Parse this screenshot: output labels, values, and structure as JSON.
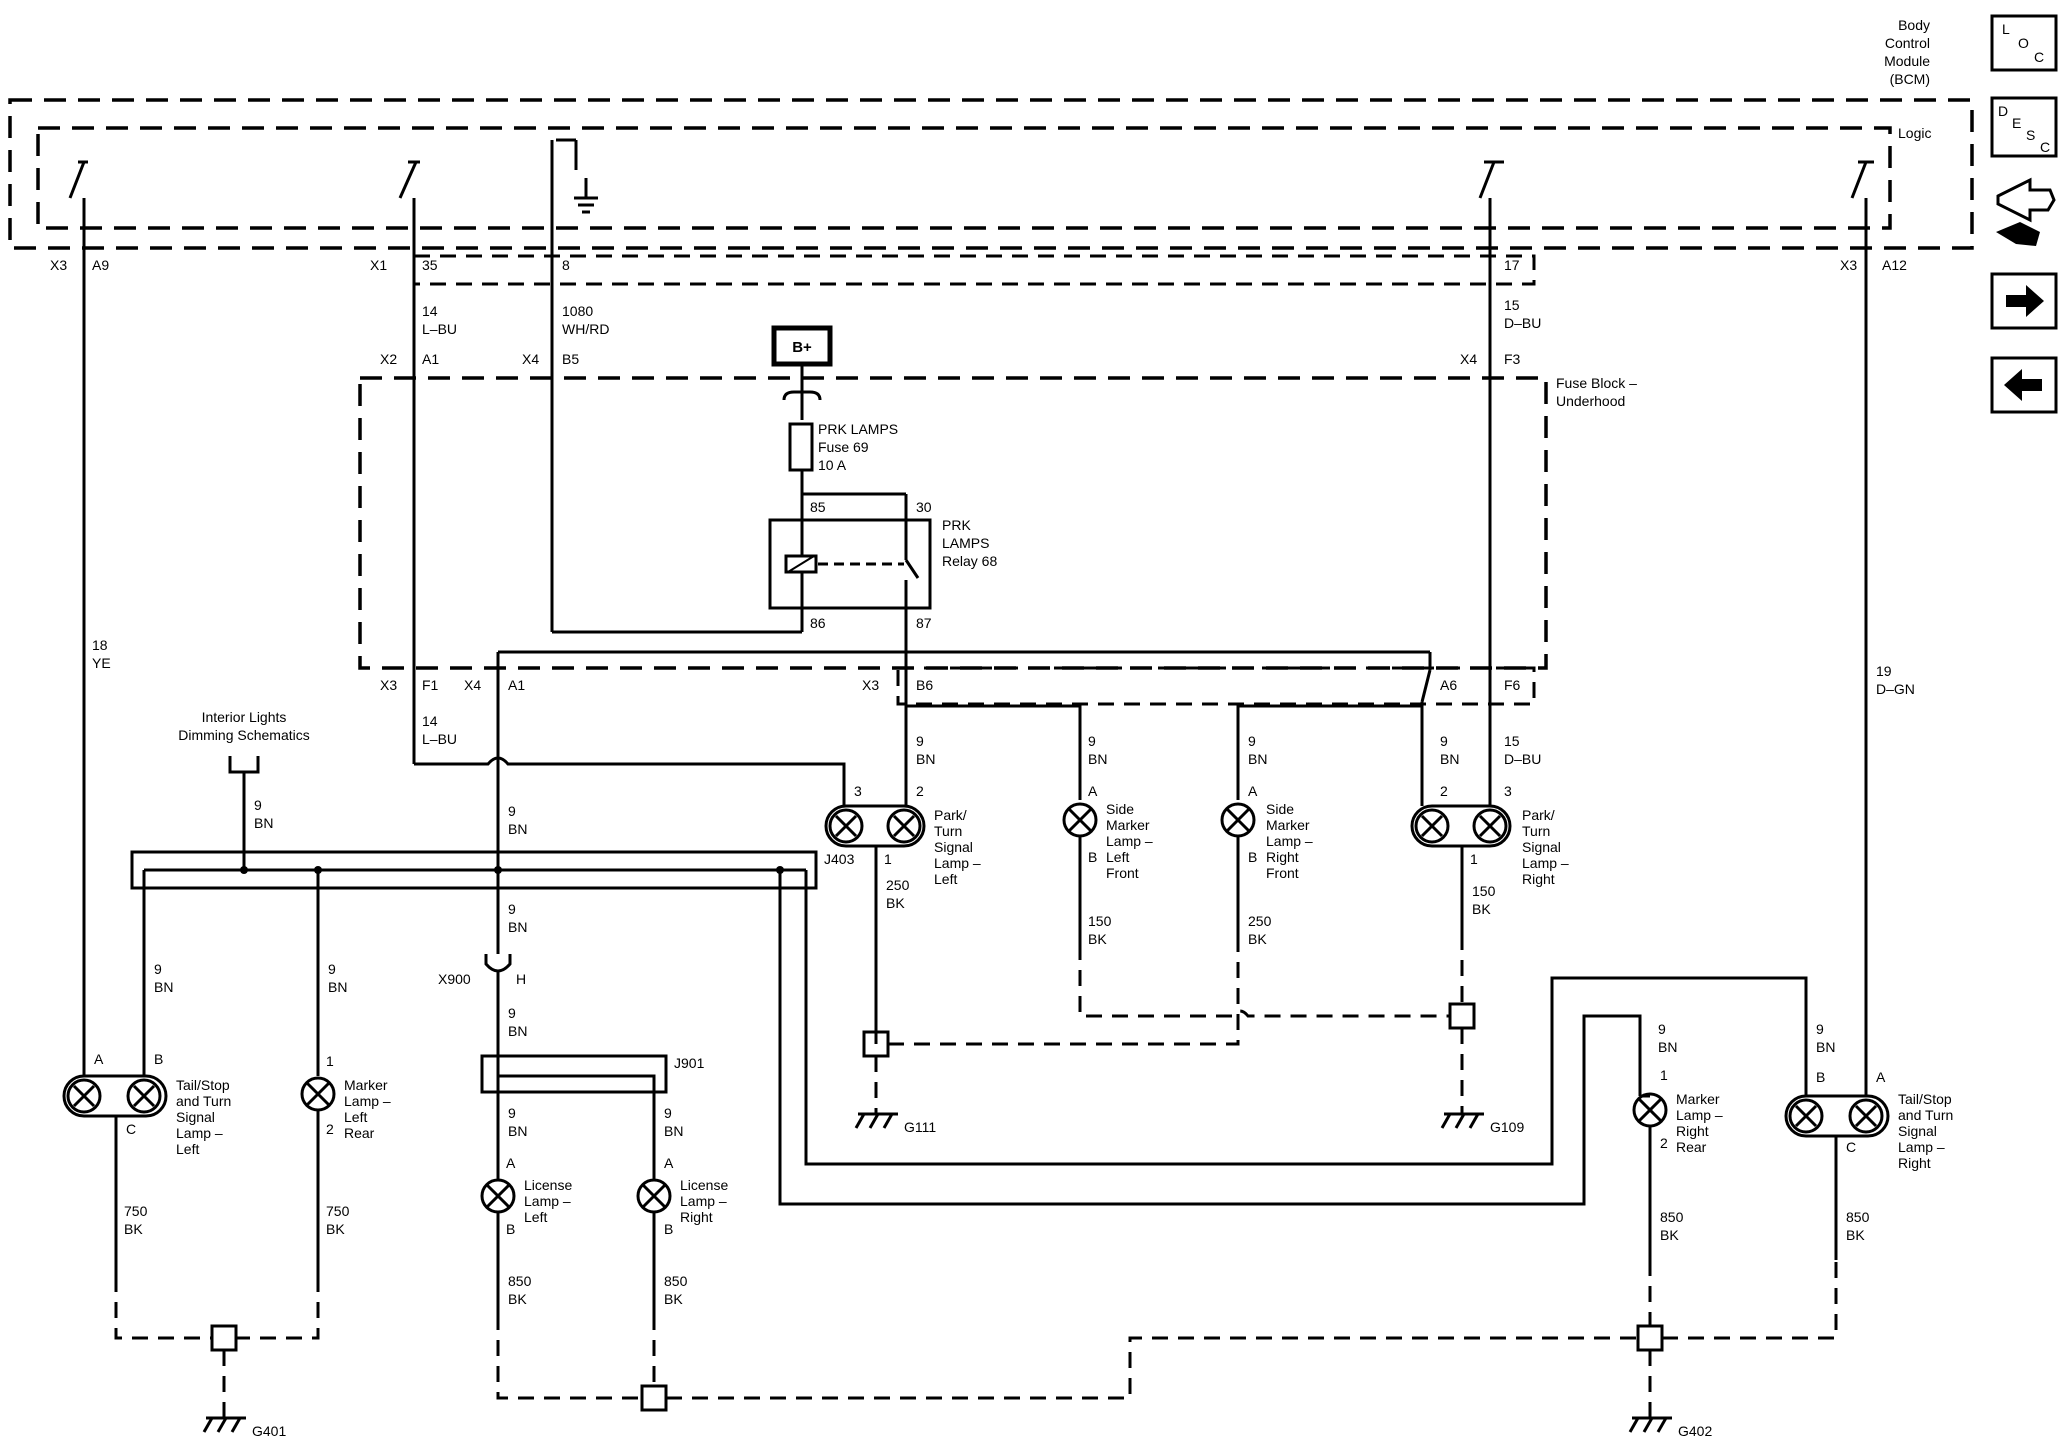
{
  "module": {
    "lines": [
      "Body",
      "Control",
      "Module",
      "(BCM)"
    ],
    "logic_label": "Logic"
  },
  "nav": {
    "loc_a": "L",
    "loc_b": "O",
    "loc_c": "C",
    "desc_a": "D",
    "desc_b": "E",
    "desc_c": "S",
    "desc_d": "C"
  },
  "pins_top": {
    "a9": {
      "conn": "X3",
      "pin": "A9"
    },
    "p35": {
      "conn": "X1",
      "pin": "35"
    },
    "p8": {
      "pin": "8"
    },
    "p17": {
      "pin": "17"
    },
    "a12": {
      "conn": "X3",
      "pin": "A12"
    }
  },
  "wires": {
    "w14lbu_top": {
      "gauge": "14",
      "color": "L–BU"
    },
    "w1080": {
      "gauge": "1080",
      "color": "WH/RD"
    },
    "w15dbu_top": {
      "gauge": "15",
      "color": "D–BU"
    },
    "w18ye": {
      "gauge": "18",
      "color": "YE"
    },
    "w19dgn": {
      "gauge": "19",
      "color": "D–GN"
    },
    "w14lbu_low": {
      "gauge": "14",
      "color": "L–BU"
    },
    "w15dbu_low": {
      "gauge": "15",
      "color": "D–BU"
    },
    "w9bn_int": {
      "gauge": "9",
      "color": "BN"
    },
    "w9bn_a1": {
      "gauge": "9",
      "color": "BN"
    },
    "w9bn_x900a": {
      "gauge": "9",
      "color": "BN"
    },
    "w9bn_x900b": {
      "gauge": "9",
      "color": "BN"
    },
    "w9bn_b6": {
      "gauge": "9",
      "color": "BN"
    },
    "w9bn_slf": {
      "gauge": "9",
      "color": "BN"
    },
    "w9bn_srf": {
      "gauge": "9",
      "color": "BN"
    },
    "w9bn_a6": {
      "gauge": "9",
      "color": "BN"
    },
    "w9bn_tsl": {
      "gauge": "9",
      "color": "BN"
    },
    "w9bn_mll": {
      "gauge": "9",
      "color": "BN"
    },
    "w9bn_ll": {
      "gauge": "9",
      "color": "BN"
    },
    "w9bn_lr": {
      "gauge": "9",
      "color": "BN"
    },
    "w9bn_mrr": {
      "gauge": "9",
      "color": "BN"
    },
    "w9bn_tsr": {
      "gauge": "9",
      "color": "BN"
    },
    "w250bk_a": {
      "gauge": "250",
      "color": "BK"
    },
    "w150bk_a": {
      "gauge": "150",
      "color": "BK"
    },
    "w250bk_b": {
      "gauge": "250",
      "color": "BK"
    },
    "w150bk_b": {
      "gauge": "150",
      "color": "BK"
    },
    "w750bk_a": {
      "gauge": "750",
      "color": "BK"
    },
    "w750bk_b": {
      "gauge": "750",
      "color": "BK"
    },
    "w850bk_a": {
      "gauge": "850",
      "color": "BK"
    },
    "w850bk_b": {
      "gauge": "850",
      "color": "BK"
    },
    "w850bk_c": {
      "gauge": "850",
      "color": "BK"
    },
    "w850bk_d": {
      "gauge": "850",
      "color": "BK"
    }
  },
  "fuse_block": {
    "label_1": "Fuse Block –",
    "label_2": "Underhood",
    "x2": "X2",
    "a1_top": "A1",
    "x4_top": "X4",
    "b5": "B5",
    "x4_f3": "X4",
    "f3": "F3",
    "x3_f1": "X3",
    "f1": "F1",
    "x4_a1": "X4",
    "a1_low": "A1",
    "x3_b6": "X3",
    "b6": "B6",
    "a6": "A6",
    "f6": "F6",
    "bplus": "B+",
    "fuse_1": "PRK LAMPS",
    "fuse_2": "Fuse 69",
    "fuse_3": "10 A",
    "relay_1": "PRK",
    "relay_2": "LAMPS",
    "relay_3": "Relay 68",
    "p85": "85",
    "p30": "30",
    "p86": "86",
    "p87": "87"
  },
  "interior": {
    "line1": "Interior Lights",
    "line2": "Dimming Schematics"
  },
  "lamps": {
    "ptl": {
      "l1": "Park/",
      "l2": "Turn",
      "l3": "Signal",
      "l4": "Lamp –",
      "l5": "Left",
      "pin3": "3",
      "pin2": "2",
      "pin1": "1",
      "conn": "J403"
    },
    "ptr": {
      "l1": "Park/",
      "l2": "Turn",
      "l3": "Signal",
      "l4": "Lamp –",
      "l5": "Right",
      "pin2": "2",
      "pin3": "3",
      "pin1": "1"
    },
    "smlf": {
      "l1": "Side",
      "l2": "Marker",
      "l3": "Lamp –",
      "l4": "Left",
      "l5": "Front",
      "a": "A",
      "b": "B"
    },
    "smrf": {
      "l1": "Side",
      "l2": "Marker",
      "l3": "Lamp –",
      "l4": "Right",
      "l5": "Front",
      "a": "A",
      "b": "B"
    },
    "tsl": {
      "l1": "Tail/Stop",
      "l2": "and Turn",
      "l3": "Signal",
      "l4": "Lamp –",
      "l5": "Left",
      "a": "A",
      "b": "B",
      "c": "C"
    },
    "tsr": {
      "l1": "Tail/Stop",
      "l2": "and Turn",
      "l3": "Signal",
      "l4": "Lamp –",
      "l5": "Right",
      "a": "A",
      "b": "B",
      "c": "C"
    },
    "mlr": {
      "l1": "Marker",
      "l2": "Lamp –",
      "l3": "Left",
      "l4": "Rear",
      "p1": "1",
      "p2": "2"
    },
    "mrr": {
      "l1": "Marker",
      "l2": "Lamp –",
      "l3": "Right",
      "l4": "Rear",
      "p1": "1",
      "p2": "2"
    },
    "lil": {
      "l1": "License",
      "l2": "Lamp –",
      "l3": "Left",
      "a": "A",
      "b": "B"
    },
    "lir": {
      "l1": "License",
      "l2": "Lamp –",
      "l3": "Right",
      "a": "A",
      "b": "B"
    }
  },
  "connectors": {
    "x900": "X900",
    "x900_pin": "H",
    "j901": "J901"
  },
  "grounds": {
    "g111": "G111",
    "g109": "G109",
    "g401": "G401",
    "g402": "G402"
  }
}
